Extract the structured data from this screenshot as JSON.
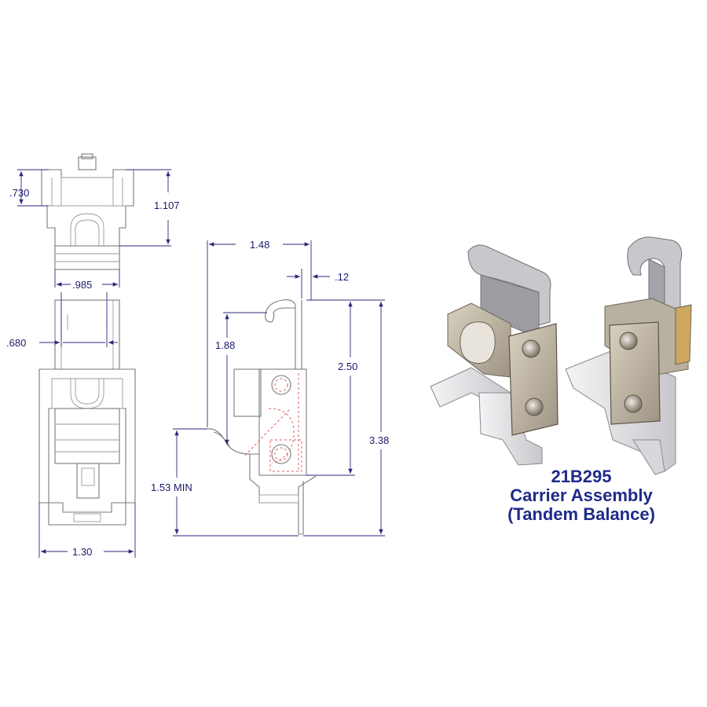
{
  "dimensions": {
    "d730": ".730",
    "d1107": "1.107",
    "d985": ".985",
    "d680": ".680",
    "d130": "1.30",
    "d148": "1.48",
    "d012": ".12",
    "d188": "1.88",
    "d250": "2.50",
    "d338": "3.38",
    "d153": "1.53 MIN"
  },
  "caption": {
    "part_number": "21B295",
    "name": "Carrier Assembly",
    "variant": "(Tandem Balance)"
  },
  "colors": {
    "body": "#c9c0b0",
    "body_dark": "#8d8474",
    "metal": "#e8e8ea",
    "caption": "#1f2a8a"
  }
}
